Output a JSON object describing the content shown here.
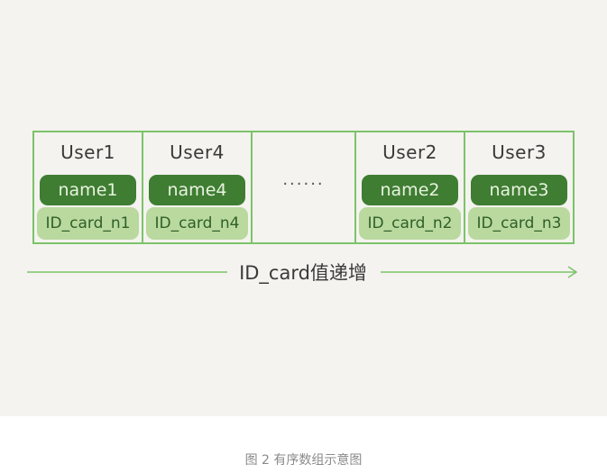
{
  "diagram": {
    "cells": [
      {
        "user": "User1",
        "name": "name1",
        "id": "ID_card_n1"
      },
      {
        "user": "User4",
        "name": "name4",
        "id": "ID_card_n4"
      },
      {
        "dots": "......"
      },
      {
        "user": "User2",
        "name": "name2",
        "id": "ID_card_n2"
      },
      {
        "user": "User3",
        "name": "name3",
        "id": "ID_card_n3"
      }
    ],
    "arrow_label": "ID_card值递增"
  },
  "caption": "图 2 有序数组示意图",
  "colors": {
    "border": "#7cc36a",
    "name_fill": "#3f7d33",
    "id_fill": "#b9d99f",
    "canvas_bg": "#f4f3ef"
  }
}
